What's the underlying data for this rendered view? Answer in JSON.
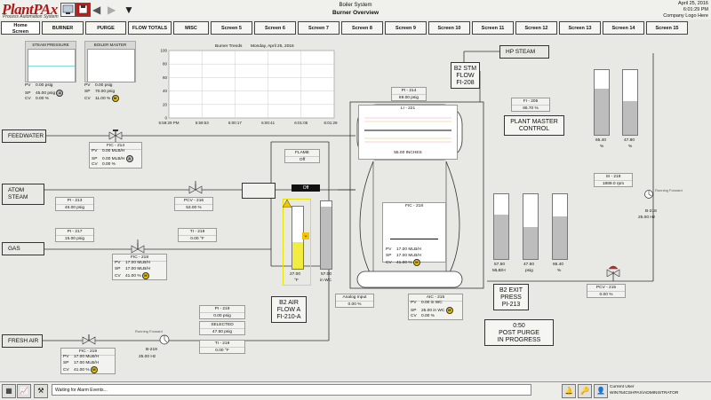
{
  "header": {
    "logo": "PlantPAx",
    "logo_sub": "Process Automation System",
    "system": "Boiler System",
    "screen": "Burner Overview",
    "date": "April 25, 2016",
    "time": "6:01:29 PM",
    "company_logo": "Company Logo Here"
  },
  "nav": {
    "home_line1": "Home",
    "home_line2": "Screen",
    "buttons": [
      "BURNER",
      "PURGE",
      "FLOW TOTALS",
      "MISC",
      "Screen 5",
      "Screen 6",
      "Screen 7",
      "Screen 8",
      "Screen 9",
      "Screen 10",
      "Screen 11",
      "Screen 12",
      "Screen 13",
      "Screen 14",
      "Screen 15"
    ]
  },
  "steam_pressure": {
    "title": "STEAM PRESSURE",
    "pv_k": "PV",
    "pv": "0.00 psig",
    "sp_k": "SP",
    "sp": "45.00 psig",
    "cv_k": "CV",
    "cv": "0.00 %",
    "badge": "A"
  },
  "boiler_master": {
    "title": "BOILER MASTER",
    "pv_k": "PV",
    "pv": "0.00 psig",
    "sp_k": "SP",
    "sp": "70.00 psig",
    "cv_k": "CV",
    "cv": "11.00 %",
    "badge": "M"
  },
  "trend": {
    "title": "Burner Trends",
    "date": "Monday, April 25, 2016",
    "y_ticks": [
      "100",
      "80",
      "60",
      "40",
      "20",
      "0"
    ],
    "x_ticks": [
      "5:59:29 PM",
      "5:59:53",
      "6:00:17",
      "6:00:41",
      "6:01:05",
      "6:01:29 PM"
    ]
  },
  "hp_steam": "HP STEAM",
  "b2stm": {
    "l1": "B2 STM",
    "l2": "FLOW",
    "l3": "FI-208"
  },
  "pi214": {
    "t": "PI - 214",
    "v": "69.00 psig"
  },
  "li221": {
    "t": "LI - 221",
    "v": "55.00 INCHES"
  },
  "fi205": {
    "t": "FI - 205",
    "v": "86.70 %"
  },
  "plant_master": {
    "l1": "PLANT MASTER",
    "l2": "CONTROL"
  },
  "bars_right_top": {
    "a": "65.40",
    "a_u": "%",
    "b": "47.80",
    "b_u": "%"
  },
  "si218": {
    "t": "SI - 218",
    "v": "1889.0 rpm"
  },
  "fan": {
    "state": "Running Forward",
    "tag": "B-218",
    "v": "25.00 Hz"
  },
  "pcv215": {
    "t": "PCV - 215",
    "v": "0.00 %"
  },
  "feedwater": "FEEDWATER",
  "fic214": {
    "t": "FIC - 214",
    "pv_k": "PV",
    "pv": "0.00 MLB/H",
    "sp_k": "SP",
    "sp": "0.00 MLB/H",
    "cv_k": "CV",
    "cv": "0.00 %",
    "badge": "A"
  },
  "atom_steam": {
    "l1": "ATOM",
    "l2": "STEAM"
  },
  "pi213": {
    "t": "PI - 213",
    "v": "45.00 psig"
  },
  "pcv216": {
    "t": "PCV - 216",
    "v": "53.00 %"
  },
  "gas": "GAS",
  "pi217": {
    "t": "PI - 217",
    "v": "15.00 psig"
  },
  "fic218": {
    "t": "FIC - 218",
    "pv_k": "PV",
    "pv": "17.00 MLB/H",
    "sp_k": "SP",
    "sp": "17.00 MLB/H",
    "cv_k": "CV",
    "cv": "41.00 %",
    "badge": "M"
  },
  "ti219": {
    "t": "TI - 219",
    "v": "0.00 °F"
  },
  "flame": {
    "t": "FLAME",
    "v": "Off"
  },
  "off_tag": "Off",
  "air_bars": {
    "a": "27.00",
    "a_u": "°F",
    "b": "57.00",
    "b_u": "in WC"
  },
  "b2air": {
    "l1": "B2 AIR",
    "l2": "FLOW A",
    "l3": "FI-210-A"
  },
  "analog": {
    "t": "Analog Input",
    "v": "0.00 %"
  },
  "fic218b": {
    "t": "FIC - 218",
    "pv_k": "PV",
    "pv": "17.00 MLB/H",
    "sp_k": "SP",
    "sp": "17.00 MLB/H",
    "cv_k": "CV",
    "cv": "41.00 %",
    "badge": "M"
  },
  "aic215": {
    "t": "AIC - 215",
    "pv_k": "PV",
    "pv": "0.00 in WC",
    "sp_k": "SP",
    "sp": "25.00 in WC",
    "cv_k": "CV",
    "cv": "0.00 %",
    "badge": "M"
  },
  "bars_mid": {
    "a": "57.50",
    "a_u": "MLB/H",
    "b": "47.50",
    "b_u": "psig",
    "c": "65.40",
    "c_u": "%"
  },
  "b2exit": {
    "l1": "B2 EXIT",
    "l2": "PRESS",
    "l3": "PI-213"
  },
  "post_purge": {
    "l1": "0:50",
    "l2": "POST PURGE",
    "l3": "IN PROGRESS"
  },
  "pi219": {
    "t": "PI - 219",
    "v": "0.00 psig"
  },
  "selected": {
    "t": "SELECTED",
    "v": "47.50 psig"
  },
  "ti219b": {
    "t": "TI - 219",
    "v": "0.00 °F"
  },
  "fresh_air": "FRESH AIR",
  "fic219": {
    "t": "FIC - 219",
    "pv_k": "PV",
    "pv": "17.00 MLB/H",
    "sp_k": "SP",
    "sp": "17.00 MLB/H",
    "cv_k": "CV",
    "cv": "41.00 %",
    "badge": "M"
  },
  "fan2": {
    "state": "Running Forward",
    "tag": "B-219",
    "v": "25.00 Hz"
  },
  "status": {
    "alarm": "Waiting for Alarm Events...",
    "user_label": "Current User",
    "user": "WIN764CSHPAX\\ADMINISTRATOR"
  }
}
